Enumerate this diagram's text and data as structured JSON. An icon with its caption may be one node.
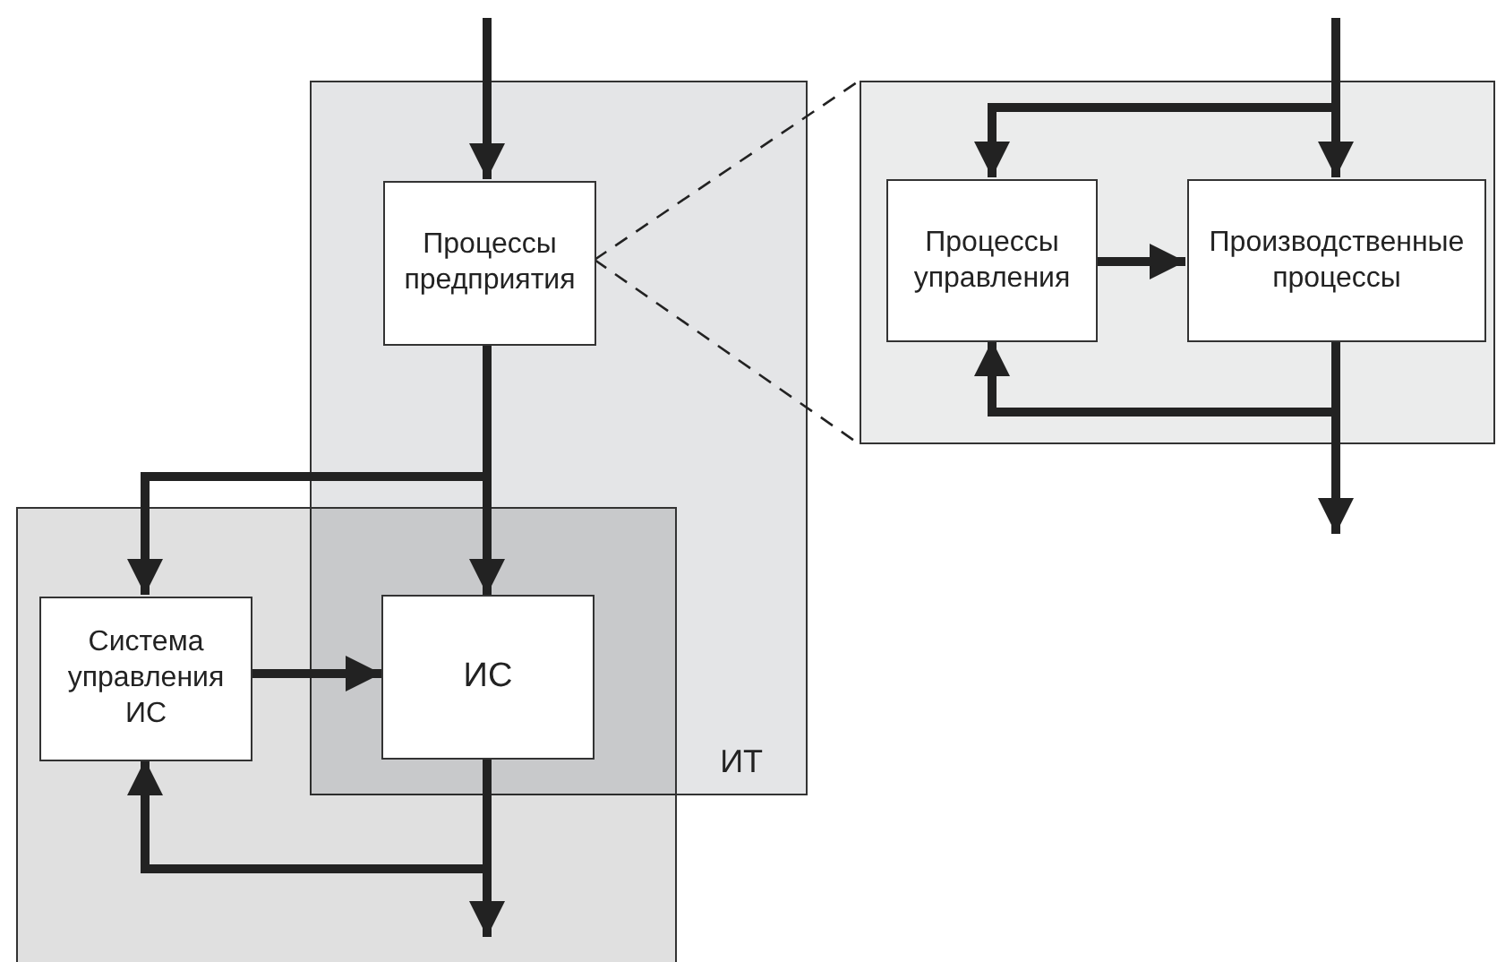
{
  "diagram": {
    "nodes": [
      {
        "text": [
          "ИТ"
        ]
      },
      {
        "text": [
          "Процессы предприятия"
        ],
        "in": 0
      },
      {
        "text": [],
        "shape": "box"
      },
      {
        "text": [
          "Процессы управления"
        ],
        "in": 2
      },
      {
        "text": [
          "Производственные процессы"
        ],
        "in": 2
      },
      {
        "text": [],
        "shape": "box"
      },
      {
        "text": [
          "Система управления ИС"
        ],
        "in": 5
      },
      {
        "text": [
          "ИС"
        ]
      }
    ],
    "edges": [
      {
        "from": null,
        "to": 1,
        "arrow": "to"
      },
      {
        "from": 1,
        "to": 7,
        "arrow": "to"
      },
      {
        "from": 1,
        "to": 6,
        "arrow": "to"
      },
      {
        "from": 6,
        "to": 7,
        "arrow": "to"
      },
      {
        "from": 7,
        "to": 5,
        "arrow": "to"
      },
      {
        "from": 7,
        "to": 6,
        "arrow": "to"
      },
      {
        "from": null,
        "to": 4,
        "arrow": "to"
      },
      {
        "from": null,
        "to": 3,
        "arrow": "to"
      },
      {
        "from": 3,
        "to": 4,
        "arrow": "to"
      },
      {
        "from": 4,
        "to": null,
        "arrow": "to"
      },
      {
        "from": 4,
        "to": 3,
        "arrow": "to"
      },
      {
        "from": 1,
        "to": 2,
        "arrow": "none",
        "style": "dashed"
      },
      {
        "from": 1,
        "to": 2,
        "arrow": "none",
        "style": "dashed"
      }
    ]
  }
}
